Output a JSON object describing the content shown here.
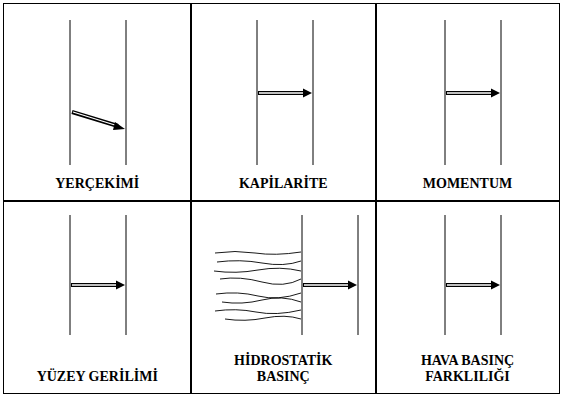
{
  "diagram": {
    "nodes": [
      {
        "text": [
          "YERÇEKİMİ"
        ]
      },
      {
        "text": [
          "KAPİLARİTE"
        ]
      },
      {
        "text": [
          "MOMENTUM"
        ]
      },
      {
        "text": [
          "YÜZEY GERİLİMİ"
        ]
      },
      {
        "text": [
          "HİDROSTATİK BASINÇ"
        ]
      },
      {
        "text": [
          "HAVA BASINÇ FARKLILIĞI"
        ]
      }
    ]
  }
}
